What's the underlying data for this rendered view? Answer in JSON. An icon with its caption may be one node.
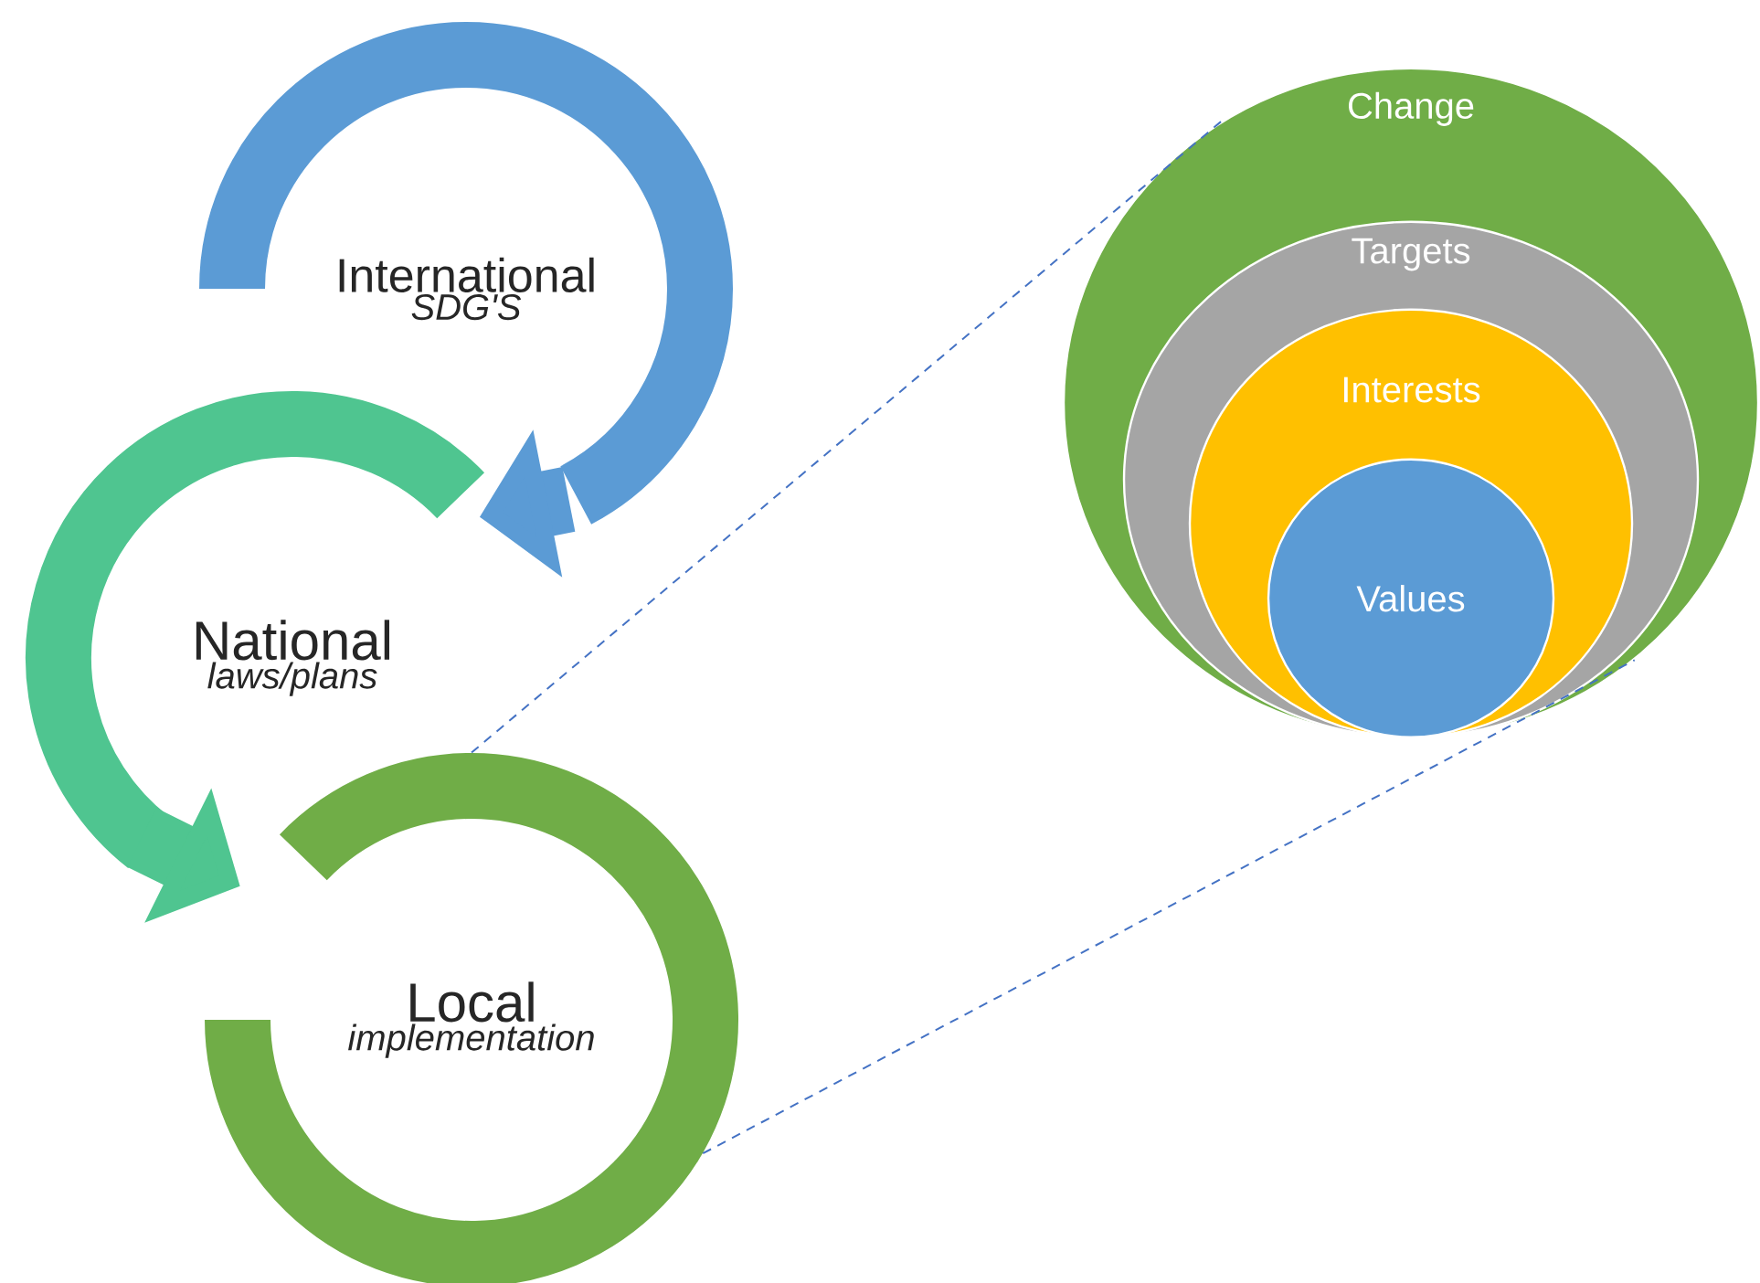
{
  "diagram": {
    "nodes": [
      {
        "text": [
          "International",
          "SDG'S"
        ]
      },
      {
        "text": [
          "National",
          "laws/plans"
        ]
      },
      {
        "text": [
          "Local",
          "implementation"
        ]
      },
      {
        "text": [
          "Change"
        ]
      },
      {
        "text": [
          "Targets"
        ],
        "in": 3
      },
      {
        "text": [
          "Interests"
        ],
        "in": 4
      },
      {
        "text": [
          "Values"
        ],
        "in": 5
      }
    ],
    "edges": [
      {
        "from": 0,
        "to": 1,
        "arrow": "to",
        "style": "thick",
        "color": "#5b9bd5"
      },
      {
        "from": 1,
        "to": 2,
        "arrow": "to",
        "style": "thick",
        "color": "#4fc590"
      },
      {
        "from": 2,
        "to": 3,
        "arrow": "none",
        "style": "dashed",
        "color": "#4472c4"
      },
      {
        "from": 2,
        "to": 3,
        "arrow": "none",
        "style": "dashed",
        "color": "#4472c4"
      }
    ]
  }
}
